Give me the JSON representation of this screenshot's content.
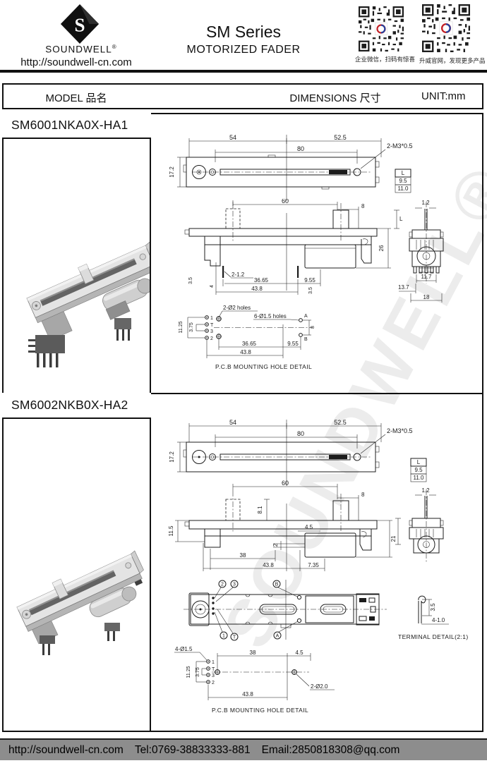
{
  "header": {
    "brand": "SOUNDWELL",
    "reg": "®",
    "logo_letter": "S",
    "url": "http://soundwell-cn.com",
    "title": "SM Series",
    "subtitle": "MOTORIZED FADER",
    "qr_captions": [
      "企业微信，扫码有惊喜",
      "升威官网，发现更多产品"
    ]
  },
  "table_header": {
    "model": "MODEL 品名",
    "dimensions": "DIMENSIONS 尺寸",
    "unit": "UNIT:mm"
  },
  "watermark": "SOUNDWELL®",
  "sections": [
    {
      "model": "SM6001NKA0X-HA1",
      "top_view": {
        "w_left": "54",
        "w_right": "52.5",
        "w_inner": "80",
        "height": "17.2",
        "thread": "2-M3*0.5"
      },
      "l_table": {
        "header": "L",
        "rows": [
          "9.5",
          "11.0"
        ]
      },
      "side_view": {
        "travel": "60",
        "d8": "8",
        "dL": "L",
        "d26": "26",
        "d2_12": "2-1.2",
        "d36_65": "36.65",
        "d9_55": "9.55",
        "d43_8": "43.8",
        "d3_5a": "3.5",
        "d4": "4",
        "d3_5b": "3.5"
      },
      "end_view": {
        "d1_2": "1.2",
        "d11_7": "11.7",
        "d13_7": "13.7",
        "d18": "18"
      },
      "pcb": {
        "holes_a": "2-Ø2  holes",
        "holes_b": "6-Ø1.5 holes",
        "d11_25": "11.25",
        "d3_75": "3.75",
        "pins": [
          "1",
          "T",
          "3",
          "2"
        ],
        "ptA": "A",
        "ptB": "B",
        "d8": "8",
        "d36_65": "36.65",
        "d9_55": "9.55",
        "d43_8": "43.8",
        "caption": "P.C.B  MOUNTING HOLE DETAIL"
      }
    },
    {
      "model": "SM6002NKB0X-HA2",
      "top_view": {
        "w_left": "54",
        "w_right": "52.5",
        "w_inner": "80",
        "height": "17.2",
        "thread": "2-M3*0.5"
      },
      "l_table": {
        "header": "L",
        "rows": [
          "9.5",
          "11.0"
        ]
      },
      "side_view": {
        "travel": "60",
        "d8": "8",
        "d8_1": "8.1",
        "d11_5": "11.5",
        "d4_5": "4.5",
        "d2": "2",
        "d38": "38",
        "d43_8": "43.8",
        "d7_35": "7.35",
        "d21": "21"
      },
      "end_view": {
        "d1_2": "1.2"
      },
      "bottom_view": {
        "c2": "2",
        "c3": "3",
        "cB": "B",
        "c1": "1",
        "cT": "T",
        "cA": "A"
      },
      "terminal": {
        "d3_5": "3.5",
        "d4_10": "4-1.0",
        "caption": "TERMINAL DETAIL(2:1)"
      },
      "pcb": {
        "holes_a": "4-Ø1.5",
        "d38": "38",
        "d4_5": "4.5",
        "d11_25": "11.25",
        "d3_75": "3.75",
        "pins": [
          "1",
          "T",
          "3",
          "2"
        ],
        "holes_b": "2-Ø2.0",
        "d43_8": "43.8",
        "caption": "P.C.B  MOUNTING HOLE DETAIL"
      }
    }
  ],
  "footer": {
    "url": "http://soundwell-cn.com",
    "tel": "Tel:0769-38833333-881",
    "email": "Email:2850818308@qq.com"
  }
}
